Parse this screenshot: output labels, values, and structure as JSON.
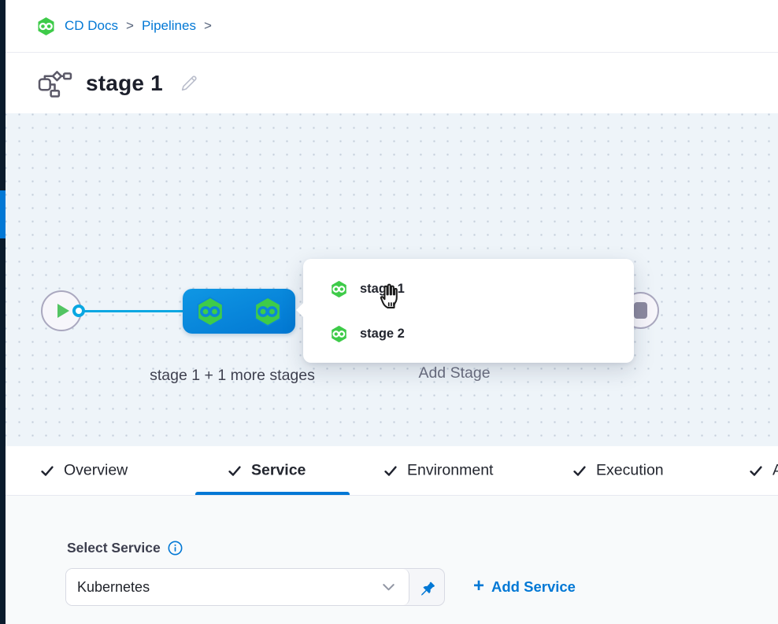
{
  "colors": {
    "accent_blue": "#0278d5",
    "connector_blue": "#0aa7e2",
    "node_blue_top": "#0f97e4",
    "node_blue_bottom": "#0277d2",
    "harness_green": "#3ecb49",
    "canvas_bg": "#eef4f9",
    "dark_edge_strip": "#0a1b2c"
  },
  "breadcrumb": {
    "items": [
      {
        "label": "CD Docs"
      },
      {
        "label": "Pipelines"
      }
    ],
    "separator": ">"
  },
  "title_bar": {
    "title": "stage 1"
  },
  "canvas": {
    "stage_node_label": "stage 1 + 1 more stages",
    "add_stage_label": "Add Stage",
    "popup": {
      "items": [
        {
          "label": "stage 1"
        },
        {
          "label": "stage 2"
        }
      ]
    }
  },
  "tabs": {
    "items": [
      {
        "label": "Overview",
        "checked": true,
        "active": false
      },
      {
        "label": "Service",
        "checked": true,
        "active": true
      },
      {
        "label": "Environment",
        "checked": true,
        "active": false
      },
      {
        "label": "Execution",
        "checked": true,
        "active": false
      },
      {
        "label": "A",
        "checked": true,
        "active": false,
        "partial": true
      }
    ]
  },
  "service_form": {
    "label": "Select Service",
    "selected_service": "Kubernetes",
    "add_service_plus": "+",
    "add_service_label": "Add Service"
  }
}
